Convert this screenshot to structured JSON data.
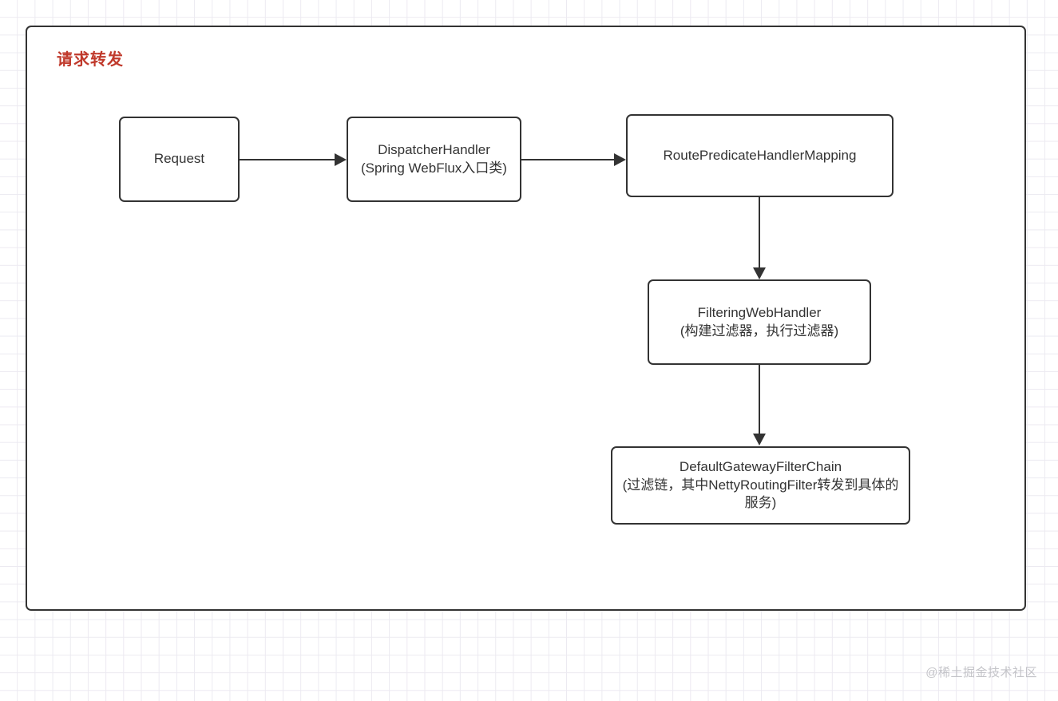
{
  "diagram": {
    "group": {
      "title": "请求转发",
      "title_color": "#c0392b",
      "border_color": "#333333"
    },
    "nodes": [
      {
        "id": "request",
        "lines": [
          "Request"
        ]
      },
      {
        "id": "dispatcher",
        "lines": [
          "DispatcherHandler",
          "(Spring WebFlux入口类)"
        ]
      },
      {
        "id": "routepredicate",
        "lines": [
          "RoutePredicateHandlerMapping"
        ]
      },
      {
        "id": "filteringweb",
        "lines": [
          "FilteringWebHandler",
          "(构建过滤器，执行过滤器)"
        ]
      },
      {
        "id": "defaultchain",
        "lines": [
          "DefaultGatewayFilterChain",
          "(过滤链，其中NettyRoutingFilter转发到具体的服务)"
        ]
      }
    ],
    "connections": [
      {
        "id": "conn1",
        "from": "request",
        "to": "dispatcher",
        "direction": "right"
      },
      {
        "id": "conn2",
        "from": "dispatcher",
        "to": "routepredicate",
        "direction": "right"
      },
      {
        "id": "conn3",
        "from": "routepredicate",
        "to": "filteringweb",
        "direction": "down"
      },
      {
        "id": "conn4",
        "from": "filteringweb",
        "to": "defaultchain",
        "direction": "down"
      }
    ],
    "watermark": "@稀土掘金技术社区"
  }
}
